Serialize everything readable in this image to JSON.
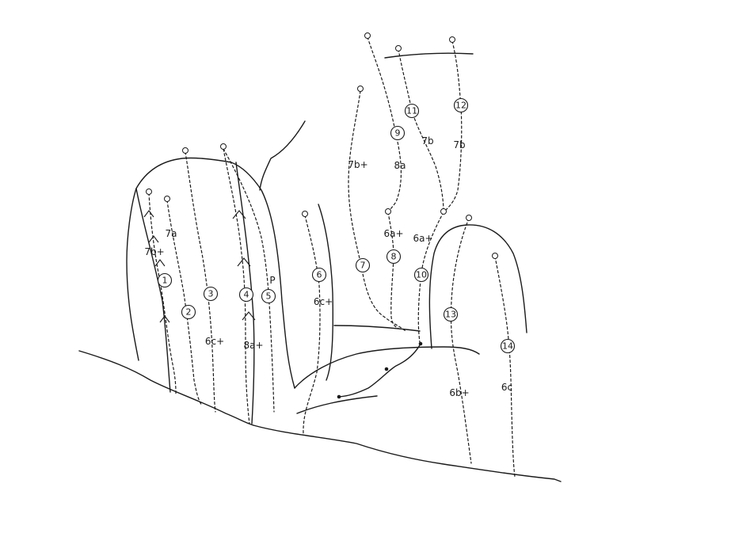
{
  "routes": [
    {
      "number": "1",
      "grade": "7b+"
    },
    {
      "number": "2",
      "grade": "7a"
    },
    {
      "number": "3",
      "grade": "6c+"
    },
    {
      "number": "4",
      "grade": "8a+"
    },
    {
      "number": "5",
      "grade": "P"
    },
    {
      "number": "6",
      "grade": "6c+"
    },
    {
      "number": "7",
      "grade": "7b+"
    },
    {
      "number": "8",
      "grade": "6a+"
    },
    {
      "number": "9",
      "grade": "8a"
    },
    {
      "number": "10",
      "grade": "6a+"
    },
    {
      "number": "11",
      "grade": "7b"
    },
    {
      "number": "12",
      "grade": "7b"
    },
    {
      "number": "13",
      "grade": "6b+"
    },
    {
      "number": "14",
      "grade": "6c"
    }
  ],
  "colors": {
    "ink": "#1a1a1a",
    "background": "#ffffff"
  }
}
